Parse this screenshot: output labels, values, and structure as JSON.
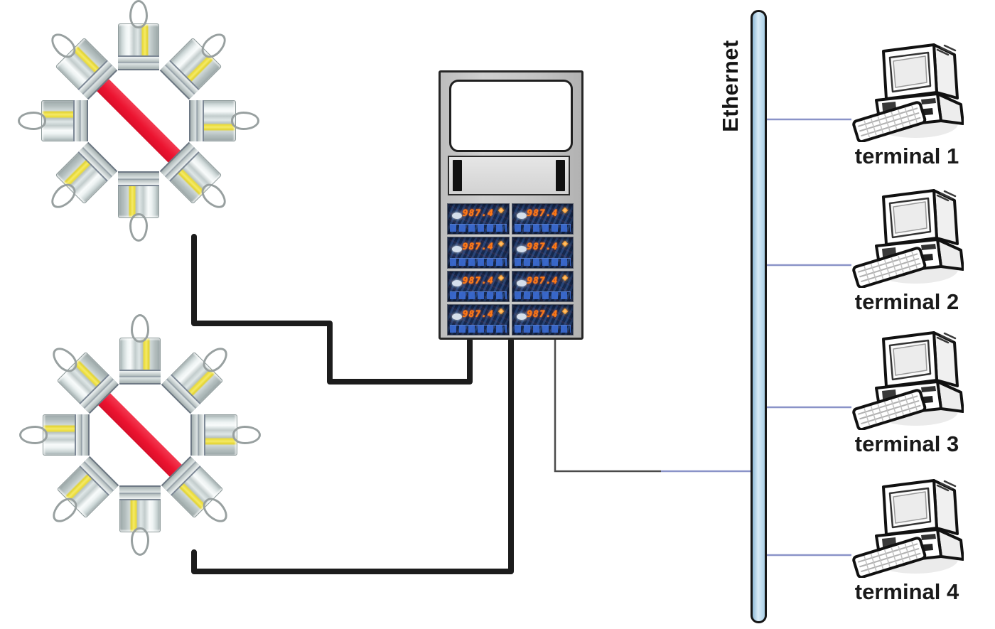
{
  "ethernet": {
    "label": "Ethernet"
  },
  "terminals": [
    {
      "label": "terminal 1"
    },
    {
      "label": "terminal 2"
    },
    {
      "label": "terminal 3"
    },
    {
      "label": "terminal 4"
    }
  ],
  "cabinet": {
    "meters": [
      {
        "value": "987.4"
      },
      {
        "value": "987.4"
      },
      {
        "value": "987.4"
      },
      {
        "value": "987.4"
      },
      {
        "value": "987.4"
      },
      {
        "value": "987.4"
      },
      {
        "value": "987.4"
      },
      {
        "value": "987.4"
      }
    ]
  },
  "sensor_clusters": [
    {
      "id": "sensor-array-top",
      "sensors": 8
    },
    {
      "id": "sensor-array-bottom",
      "sensors": 8
    }
  ],
  "colors": {
    "specimen_bar": "#ec1330",
    "cable": "#1c1c1c",
    "drop_line": "#8a93c8",
    "ethernet_bus_fill": "#cfe3f2",
    "cabinet_fill": "#c4c4c4",
    "meter_background": "#16294e",
    "meter_digits": "#ff7a14",
    "sensor_stripe": "#ecdc35"
  }
}
